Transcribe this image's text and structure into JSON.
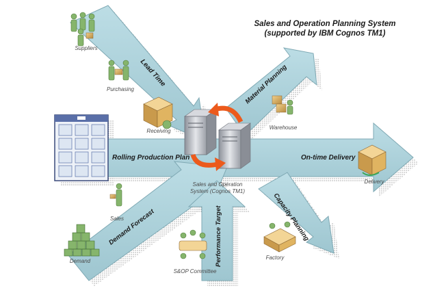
{
  "title": {
    "line1": "Sales and Operation Planning System",
    "line2": "(supported by IBM Cognos TM1)"
  },
  "arrows": {
    "lead_time": "Lead Time",
    "material_planning": "Material Planning",
    "rolling_production_plan": "Rolling Production Plan",
    "on_time_delivery": "On-time Delivery",
    "demand_forecast": "Demand Forecast",
    "performance_target": "Performance Target",
    "capacity_planning": "Capacity Planning"
  },
  "center": {
    "line1": "Sales and Operation",
    "line2": "System (Cognos TM1)"
  },
  "nodes": {
    "suppliers": "Suppliers",
    "purchasing": "Purchasing",
    "receiving": "Receiving",
    "warehouse": "Warehouse",
    "delivery": "Delivery",
    "sales": "Sales",
    "demand": "Demand",
    "sop_committee": "S&OP Committee",
    "factory": "Factory"
  },
  "colors": {
    "arrow_fill": "#a9cfd8",
    "arrow_stroke": "#7fa9b4",
    "cycle_arrow": "#ec5a1c",
    "server": "#b9bcc4",
    "box": "#d9b46a",
    "person": "#86b56c"
  },
  "icons": [
    "calendar-grid-icon",
    "server-icon",
    "cycle-arrow-icon",
    "supplier-people-icon",
    "purchasing-people-icon",
    "receiving-box-icon",
    "warehouse-box-icon",
    "delivery-box-icon",
    "sales-person-icon",
    "demand-boxes-icon",
    "committee-people-icon",
    "factory-icon"
  ]
}
